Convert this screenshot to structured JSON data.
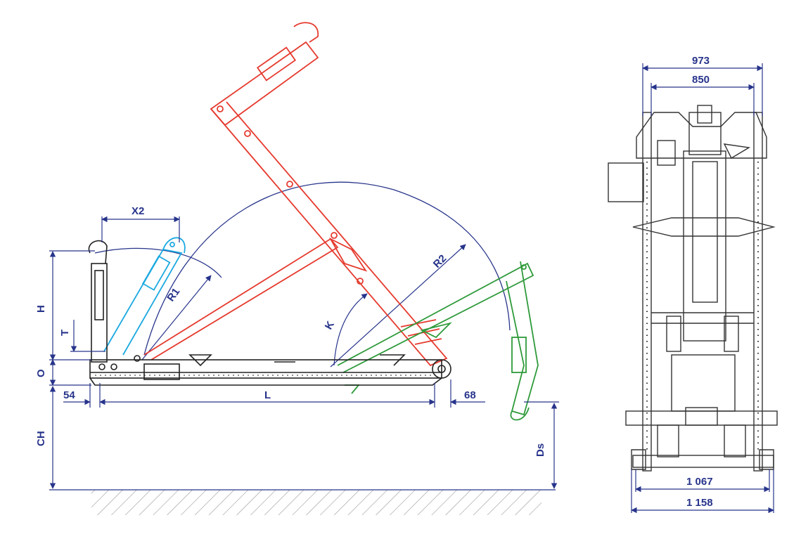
{
  "colors": {
    "dimension": "#27348b",
    "frame": "#222222",
    "arm_red": "#e53a2e",
    "arm_cyan": "#1ba9e0",
    "arm_green": "#2e9a3a",
    "ground_hatch": "#999999"
  },
  "side_view": {
    "labels": {
      "x2": "X2",
      "h": "H",
      "t": "T",
      "o": "O",
      "r1": "R1",
      "r2": "R2",
      "k": "K",
      "l": "L",
      "ch": "CH",
      "ds": "Ds",
      "front_overhang": "54",
      "rear_overhang": "68"
    }
  },
  "rear_view": {
    "labels": {
      "outer_top": "973",
      "inner_top": "850",
      "inner_bottom": "1 067",
      "outer_bottom": "1 158"
    }
  }
}
